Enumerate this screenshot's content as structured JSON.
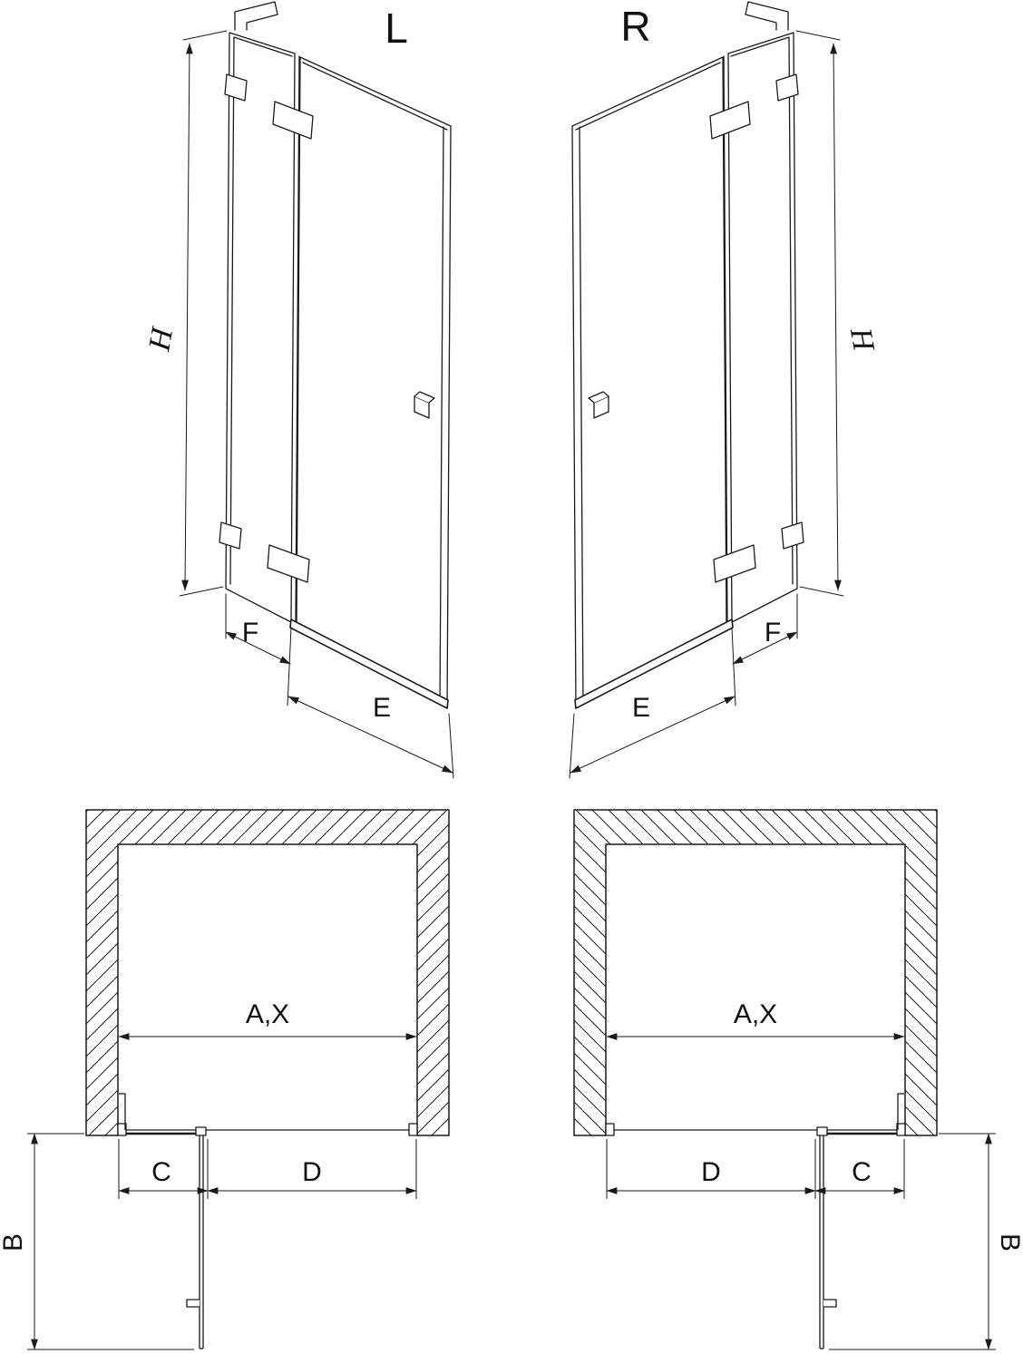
{
  "figure": {
    "elevation_left": {
      "variant_label": "L",
      "height_label": "H",
      "fixed_width_label": "F",
      "door_width_label": "E"
    },
    "elevation_right": {
      "variant_label": "R",
      "height_label": "H",
      "fixed_width_label": "F",
      "door_width_label": "E"
    },
    "plan_left": {
      "opening_width_label": "A,X",
      "fixed_segment_label": "C",
      "door_segment_label": "D",
      "depth_label": "B"
    },
    "plan_right": {
      "opening_width_label": "A,X",
      "fixed_segment_label": "C",
      "door_segment_label": "D",
      "depth_label": "B"
    }
  }
}
